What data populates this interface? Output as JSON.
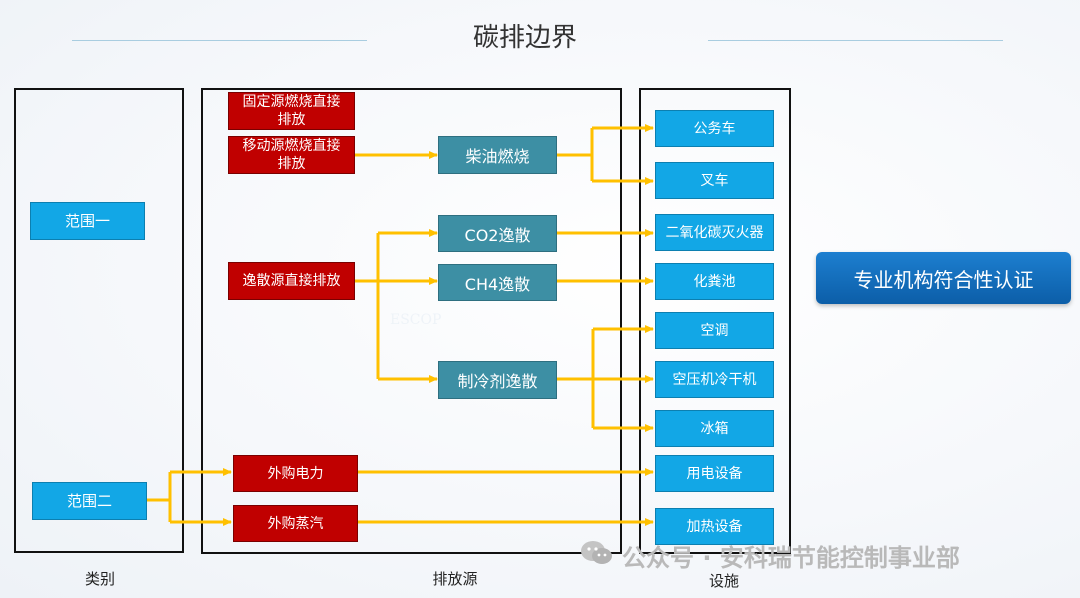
{
  "title": "碳排边界",
  "columns": {
    "category": "类别",
    "source": "排放源",
    "facility": "设施"
  },
  "scopes": {
    "scope1": "范围一",
    "scope2": "范围二"
  },
  "emission_sources": {
    "stationary": "固定源燃烧直接排放",
    "mobile": "移动源燃烧直接排放",
    "fugitive": "逸散源直接排放",
    "purchased_power": "外购电力",
    "purchased_steam": "外购蒸汽"
  },
  "processes": {
    "diesel": "柴油燃烧",
    "co2": "CO2逸散",
    "ch4": "CH4逸散",
    "refrigerant": "制冷剂逸散"
  },
  "facilities": {
    "official_car": "公务车",
    "forklift": "叉车",
    "co2_extinguisher": "二氧化碳灭火器",
    "septic_tank": "化粪池",
    "air_conditioner": "空调",
    "air_compressor_dryer": "空压机冷干机",
    "refrigerator": "冰箱",
    "electric_equipment": "用电设备",
    "heating_equipment": "加热设备"
  },
  "certification": "专业机构符合性认证",
  "faint_text": "ESCOP",
  "watermark": "公众号 · 安科瑞节能控制事业部",
  "colors": {
    "arrow": "#ffc000",
    "red_box": "#c00000",
    "teal_box": "#3d8fa4",
    "blue_box": "#12a7e6",
    "cert_box": "#0c5ea8"
  }
}
